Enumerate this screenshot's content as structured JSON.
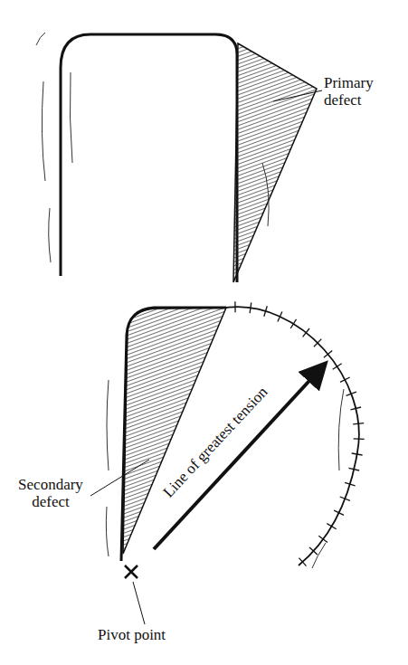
{
  "diagram": {
    "labels": [
      "Primary defect",
      "Secondary defect",
      "Line of greatest tension",
      "Pivot point"
    ]
  }
}
